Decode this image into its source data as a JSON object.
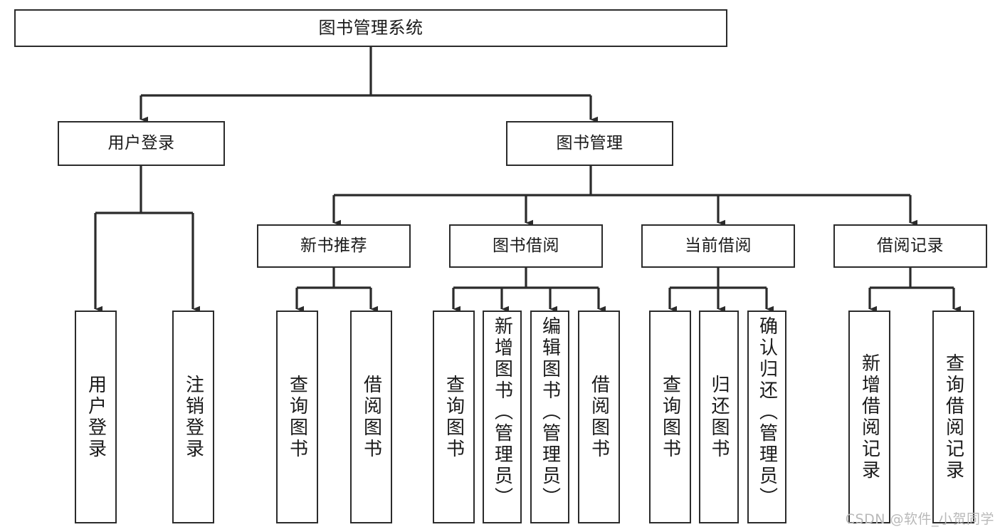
{
  "diagram": {
    "title": "图书管理系统",
    "type": "tree-hierarchy-chart",
    "orientation": "top-down",
    "line_color": "#2b2b2b",
    "box_fill": "#ffffff",
    "text_color": "#1a1a1a"
  },
  "nodes": {
    "root": {
      "label": "图书管理系统"
    },
    "level1": [
      {
        "id": "user-login",
        "label": "用户登录"
      },
      {
        "id": "book-management",
        "label": "图书管理"
      }
    ],
    "level2": [
      {
        "id": "new-book-recommend",
        "label": "新书推荐"
      },
      {
        "id": "book-borrow",
        "label": "图书借阅"
      },
      {
        "id": "current-borrow",
        "label": "当前借阅"
      },
      {
        "id": "borrow-record",
        "label": "借阅记录"
      }
    ],
    "leaves": {
      "user_login": [
        {
          "id": "leaf-user-login",
          "label": "用户登录"
        },
        {
          "id": "leaf-logout-login",
          "label": "注销登录"
        }
      ],
      "new_book_recommend": [
        {
          "id": "leaf-query-book-1",
          "label": "查询图书"
        },
        {
          "id": "leaf-borrow-book-1",
          "label": "借阅图书"
        }
      ],
      "book_borrow": [
        {
          "id": "leaf-query-book-2",
          "label": "查询图书"
        },
        {
          "id": "leaf-add-book",
          "label": "新增图书（管理员）"
        },
        {
          "id": "leaf-edit-book",
          "label": "编辑图书（管理员）"
        },
        {
          "id": "leaf-borrow-book-2",
          "label": "借阅图书"
        }
      ],
      "current_borrow": [
        {
          "id": "leaf-query-book-3",
          "label": "查询图书"
        },
        {
          "id": "leaf-return-book",
          "label": "归还图书"
        },
        {
          "id": "leaf-confirm-return",
          "label": "确认归还（管理员）"
        }
      ],
      "borrow_record": [
        {
          "id": "leaf-add-record",
          "label": "新增借阅记录"
        },
        {
          "id": "leaf-query-record",
          "label": "查询借阅记录"
        }
      ]
    }
  },
  "watermark": {
    "text": "CSDN @软件_小贺同学"
  }
}
